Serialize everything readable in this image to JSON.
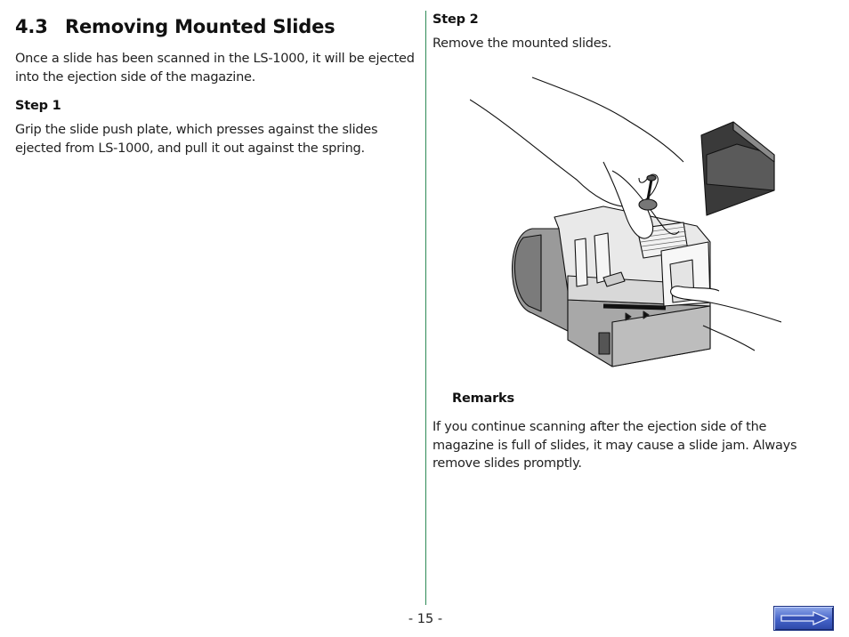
{
  "section": {
    "number": "4.3",
    "title": "Removing Mounted Slides",
    "intro": "Once a slide has been scanned in the LS-1000, it will be ejected into the ejection side of the magazine."
  },
  "step1": {
    "title": "Step 1",
    "body": "Grip the slide push plate, which presses against the slides ejected from LS-1000, and pull it out against the spring."
  },
  "step2": {
    "title": "Step 2",
    "body": "Remove the mounted slides."
  },
  "remarks": {
    "title": "Remarks",
    "body": "If you continue scanning after the ejection side of the magazine is full of slides, it may cause a slide jam.  Always remove slides promptly."
  },
  "footer": {
    "page_number": "- 15 -"
  },
  "colors": {
    "divider": "#2e8b57",
    "nav_button": "#4563c9"
  },
  "icons": {
    "next": "next-arrow-icon"
  }
}
